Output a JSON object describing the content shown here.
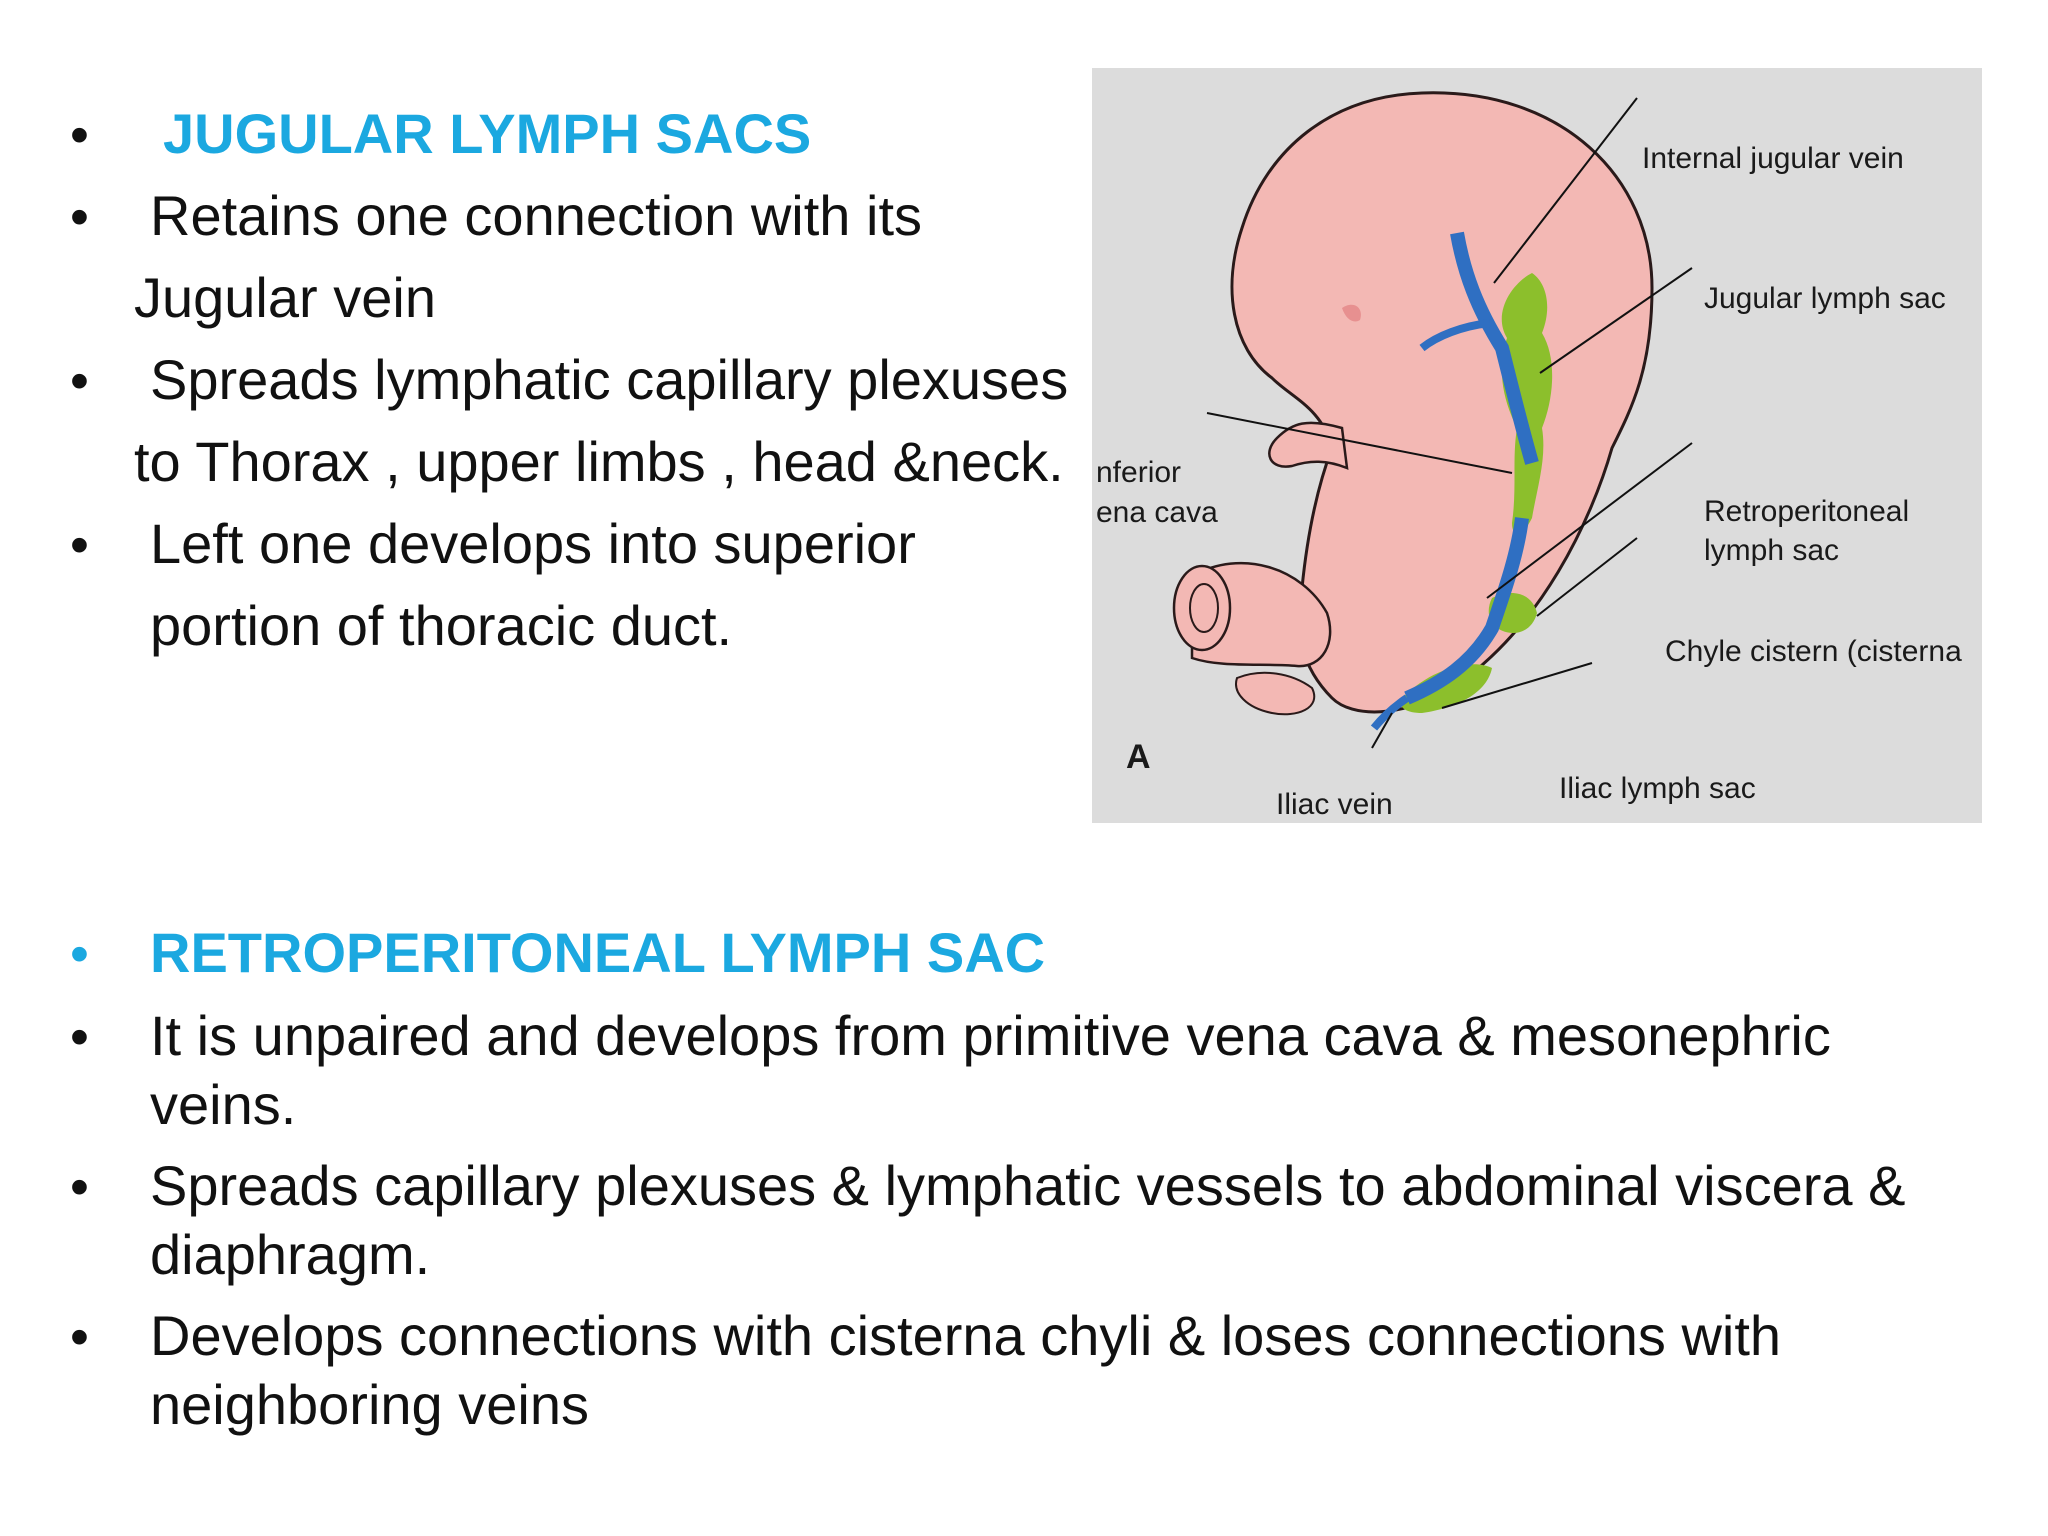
{
  "section1": {
    "heading": "JUGULAR LYMPH SACS",
    "bullets": [
      {
        "line1": "Retains one connection with its",
        "line2": "Jugular vein"
      },
      {
        "line1": "Spreads lymphatic capillary plexuses",
        "line2": "to Thorax , upper limbs , head &neck."
      },
      {
        "line1": "Left one develops into superior",
        "line2": "portion of thoracic duct."
      }
    ]
  },
  "figure": {
    "panel_letter": "A",
    "labels": {
      "internal_jugular_vein": "Internal jugular vein",
      "jugular_lymph_sac": "Jugular lymph sac",
      "inferior_vena_cava_1": "nferior",
      "inferior_vena_cava_2": "ena cava",
      "retroperitoneal_1": "Retroperitoneal",
      "retroperitoneal_2": "lymph sac",
      "chyle_cistern": "Chyle cistern (cisterna",
      "iliac_lymph_sac": "Iliac lymph sac",
      "iliac_vein": "Iliac vein"
    }
  },
  "section2": {
    "heading": "RETROPERITONEAL LYMPH SAC",
    "bullets": [
      {
        "line1": "It is unpaired and develops from primitive vena cava & mesonephric",
        "line2": "veins."
      },
      {
        "line1": "Spreads capillary plexuses & lymphatic vessels to abdominal viscera &",
        "line2": "diaphragm."
      },
      {
        "line1": "Develops connections with cisterna chyli & loses connections with",
        "line2": "neighboring veins"
      }
    ]
  },
  "colors": {
    "heading": "#1ba8e0",
    "text": "#111111",
    "embryo_skin": "#f3b8b4",
    "vein": "#2f6fc2",
    "lymph": "#8cbf2c",
    "figure_background": "#dcdcdc"
  }
}
